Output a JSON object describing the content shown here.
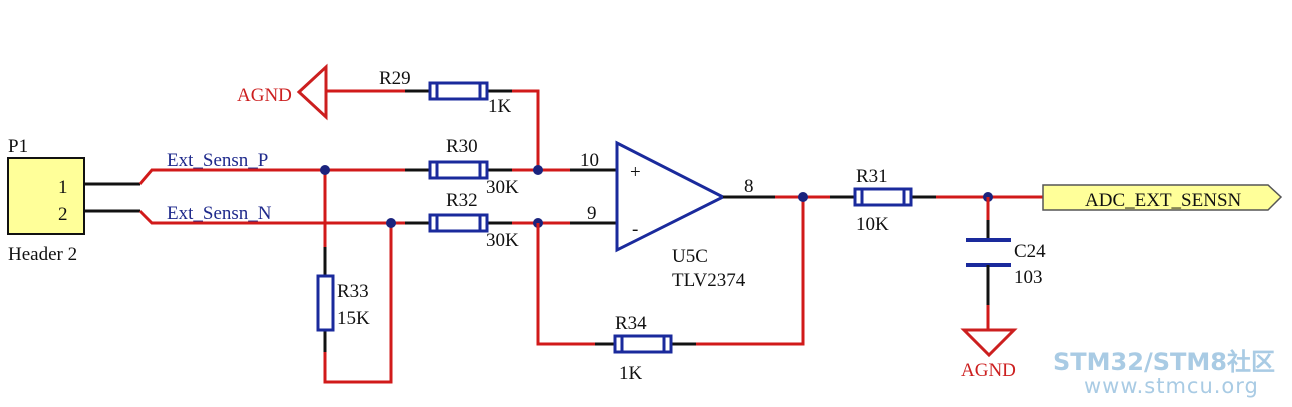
{
  "connector": {
    "ref": "P1",
    "pin1": "1",
    "pin2": "2",
    "name": "Header 2"
  },
  "nets": {
    "p": "Ext_Sensn_P",
    "n": "Ext_Sensn_N",
    "out": "ADC_EXT_SENSN",
    "gnd_top": "AGND",
    "gnd_bottom": "AGND"
  },
  "resistors": {
    "r29": {
      "ref": "R29",
      "value": "1K"
    },
    "r30": {
      "ref": "R30",
      "value": "30K"
    },
    "r32": {
      "ref": "R32",
      "value": "30K"
    },
    "r33": {
      "ref": "R33",
      "value": "15K"
    },
    "r34": {
      "ref": "R34",
      "value": "1K"
    },
    "r31": {
      "ref": "R31",
      "value": "10K"
    }
  },
  "capacitor": {
    "ref": "C24",
    "value": "103"
  },
  "opamp": {
    "ref": "U5C",
    "part": "TLV2374",
    "pin_plus": "10",
    "pin_minus": "9",
    "pin_out": "8",
    "plus_sign": "+",
    "minus_sign": "-"
  },
  "watermark": {
    "brand_a": "STM32",
    "slash": "/",
    "brand_b": "STM8",
    "brand_cn": "社区",
    "url": "www.stmcu.org"
  },
  "colors": {
    "wire": "#d11a1a",
    "component": "#1a2a9c",
    "port_fill": "#ffff99",
    "connector_fill": "#ffff99"
  }
}
